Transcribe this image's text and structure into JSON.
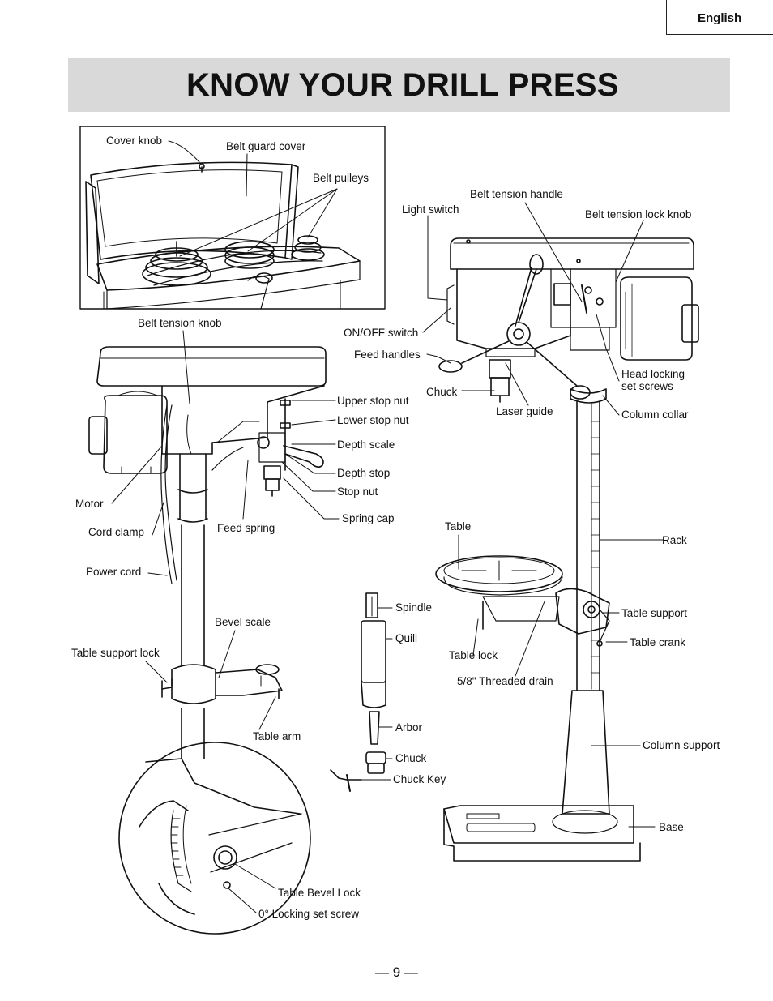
{
  "header": {
    "language": "English",
    "title": "KNOW YOUR DRILL PRESS"
  },
  "labels": {
    "cover_knob": "Cover knob",
    "belt_guard_cover": "Belt guard cover",
    "belt_pulleys": "Belt pulleys",
    "belt_tension_knob": "Belt tension knob",
    "upper_stop_nut": "Upper stop nut",
    "lower_stop_nut": "Lower stop nut",
    "depth_scale": "Depth scale",
    "depth_stop": "Depth stop",
    "stop_nut": "Stop nut",
    "spring_cap": "Spring cap",
    "motor": "Motor",
    "cord_clamp": "Cord clamp",
    "feed_spring": "Feed spring",
    "power_cord": "Power cord",
    "bevel_scale": "Bevel scale",
    "table_support_lock": "Table support lock",
    "table_arm": "Table arm",
    "table_bevel_lock": "Table Bevel Lock",
    "locking_set_screw": "0° Locking set screw",
    "belt_tension_handle": "Belt tension handle",
    "light_switch": "Light switch",
    "belt_tension_lock_knob": "Belt tension lock knob",
    "on_off_switch": "ON/OFF switch",
    "feed_handles": "Feed handles",
    "chuck_top": "Chuck",
    "laser_guide": "Laser guide",
    "head_locking_set_screws_1": "Head locking",
    "head_locking_set_screws_2": "set screws",
    "column_collar": "Column collar",
    "table": "Table",
    "rack": "Rack",
    "spindle": "Spindle",
    "quill": "Quill",
    "table_support": "Table support",
    "table_crank": "Table crank",
    "table_lock": "Table lock",
    "threaded_drain": "5/8\" Threaded drain",
    "arbor": "Arbor",
    "chuck_bottom": "Chuck",
    "chuck_key": "Chuck Key",
    "column_support": "Column support",
    "base": "Base"
  },
  "footer": {
    "page_number": "— 9 —"
  }
}
